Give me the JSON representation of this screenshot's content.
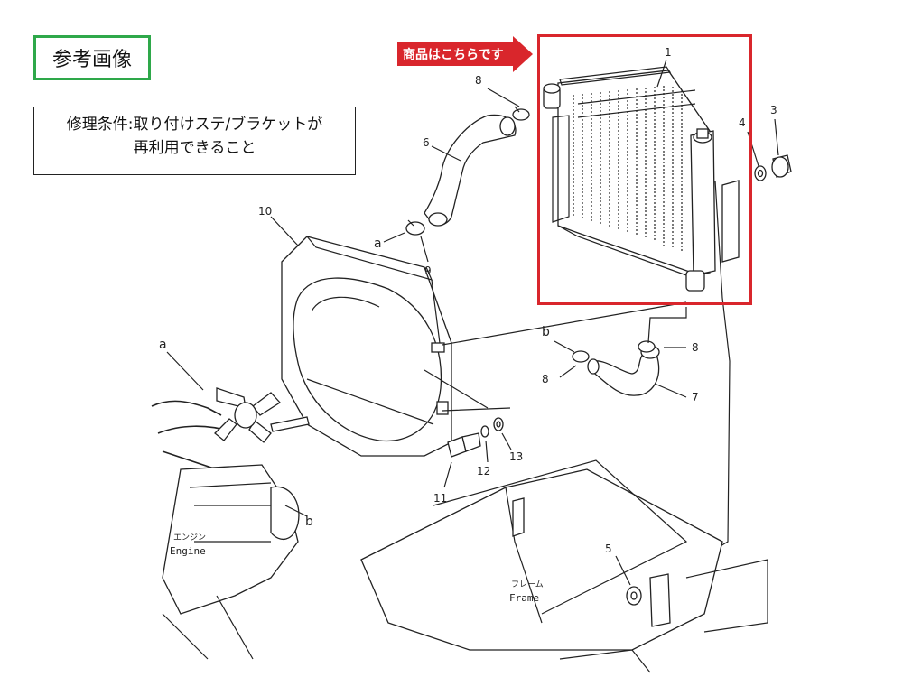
{
  "reference_badge": "参考画像",
  "repair_condition": {
    "line1": "修理条件:取り付けステ/ブラケットが",
    "line2": "再利用できること"
  },
  "product_arrow": "商品はこちらです",
  "colors": {
    "highlight_red": "#d9262c",
    "badge_green": "#2ea84a",
    "line": "#222222"
  },
  "parts": {
    "p1": "1",
    "p3": "3",
    "p4": "4",
    "p5": "5",
    "p6": "6",
    "p7": "7",
    "p8a": "8",
    "p8b": "8",
    "p8c": "8",
    "p9": "9",
    "p10": "10",
    "p11": "11",
    "p12": "12",
    "p13": "13"
  },
  "connections": {
    "a1": "a",
    "a2": "a",
    "b1": "b",
    "b2": "b"
  },
  "engine": {
    "kana": "エンジン",
    "en": "Engine"
  },
  "frame": {
    "kana": "フレーム",
    "en": "Frame"
  }
}
